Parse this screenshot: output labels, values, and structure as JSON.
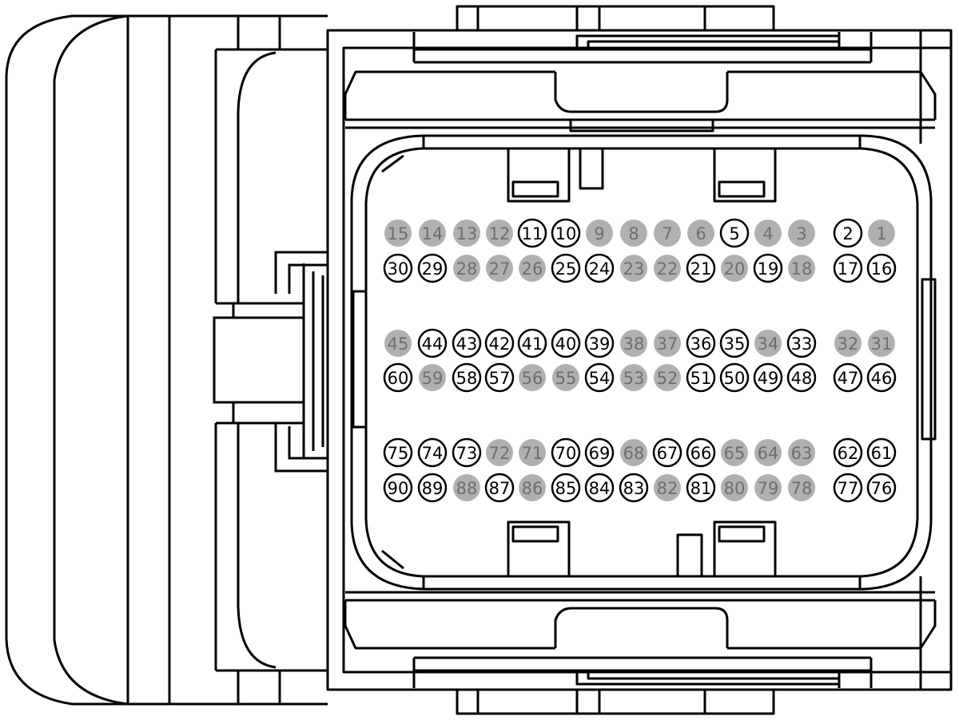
{
  "colors": {
    "line": "#000000",
    "background": "#ffffff",
    "pin_used_fill": "#ffffff",
    "pin_used_text": "#000000",
    "pin_unused_fill": "#b0b0b0",
    "pin_unused_text": "#6e6e6e"
  },
  "connector": {
    "pin_count": 90,
    "rows": [
      {
        "pins": [
          {
            "label": "15",
            "used": false
          },
          {
            "label": "14",
            "used": false
          },
          {
            "label": "13",
            "used": false
          },
          {
            "label": "12",
            "used": false
          },
          {
            "label": "11",
            "used": true
          },
          {
            "label": "10",
            "used": true
          },
          {
            "label": "9",
            "used": false
          },
          {
            "label": "8",
            "used": false
          },
          {
            "label": "7",
            "used": false
          },
          {
            "label": "6",
            "used": false
          },
          {
            "label": "5",
            "used": true
          },
          {
            "label": "4",
            "used": false
          },
          {
            "label": "3",
            "used": false
          },
          {
            "label": "2",
            "used": true
          },
          {
            "label": "1",
            "used": false
          }
        ]
      },
      {
        "pins": [
          {
            "label": "30",
            "used": true
          },
          {
            "label": "29",
            "used": true
          },
          {
            "label": "28",
            "used": false
          },
          {
            "label": "27",
            "used": false
          },
          {
            "label": "26",
            "used": false
          },
          {
            "label": "25",
            "used": true
          },
          {
            "label": "24",
            "used": true
          },
          {
            "label": "23",
            "used": false
          },
          {
            "label": "22",
            "used": false
          },
          {
            "label": "21",
            "used": true
          },
          {
            "label": "20",
            "used": false
          },
          {
            "label": "19",
            "used": true
          },
          {
            "label": "18",
            "used": false
          },
          {
            "label": "17",
            "used": true
          },
          {
            "label": "16",
            "used": true
          }
        ]
      },
      {
        "pins": [
          {
            "label": "45",
            "used": false
          },
          {
            "label": "44",
            "used": true
          },
          {
            "label": "43",
            "used": true
          },
          {
            "label": "42",
            "used": true
          },
          {
            "label": "41",
            "used": true
          },
          {
            "label": "40",
            "used": true
          },
          {
            "label": "39",
            "used": true
          },
          {
            "label": "38",
            "used": false
          },
          {
            "label": "37",
            "used": false
          },
          {
            "label": "36",
            "used": true
          },
          {
            "label": "35",
            "used": true
          },
          {
            "label": "34",
            "used": false
          },
          {
            "label": "33",
            "used": true
          },
          {
            "label": "32",
            "used": false
          },
          {
            "label": "31",
            "used": false
          }
        ]
      },
      {
        "pins": [
          {
            "label": "60",
            "used": true
          },
          {
            "label": "59",
            "used": false
          },
          {
            "label": "58",
            "used": true
          },
          {
            "label": "57",
            "used": true
          },
          {
            "label": "56",
            "used": false
          },
          {
            "label": "55",
            "used": false
          },
          {
            "label": "54",
            "used": true
          },
          {
            "label": "53",
            "used": false
          },
          {
            "label": "52",
            "used": false
          },
          {
            "label": "51",
            "used": true
          },
          {
            "label": "50",
            "used": true
          },
          {
            "label": "49",
            "used": true
          },
          {
            "label": "48",
            "used": true
          },
          {
            "label": "47",
            "used": true
          },
          {
            "label": "46",
            "used": true
          }
        ]
      },
      {
        "pins": [
          {
            "label": "75",
            "used": true
          },
          {
            "label": "74",
            "used": true
          },
          {
            "label": "73",
            "used": true
          },
          {
            "label": "72",
            "used": false
          },
          {
            "label": "71",
            "used": false
          },
          {
            "label": "70",
            "used": true
          },
          {
            "label": "69",
            "used": true
          },
          {
            "label": "68",
            "used": false
          },
          {
            "label": "67",
            "used": true
          },
          {
            "label": "66",
            "used": true
          },
          {
            "label": "65",
            "used": false
          },
          {
            "label": "64",
            "used": false
          },
          {
            "label": "63",
            "used": false
          },
          {
            "label": "62",
            "used": true
          },
          {
            "label": "61",
            "used": true
          }
        ]
      },
      {
        "pins": [
          {
            "label": "90",
            "used": true
          },
          {
            "label": "89",
            "used": true
          },
          {
            "label": "88",
            "used": false
          },
          {
            "label": "87",
            "used": true
          },
          {
            "label": "86",
            "used": false
          },
          {
            "label": "85",
            "used": true
          },
          {
            "label": "84",
            "used": true
          },
          {
            "label": "83",
            "used": true
          },
          {
            "label": "82",
            "used": false
          },
          {
            "label": "81",
            "used": true
          },
          {
            "label": "80",
            "used": false
          },
          {
            "label": "79",
            "used": false
          },
          {
            "label": "78",
            "used": false
          },
          {
            "label": "77",
            "used": true
          },
          {
            "label": "76",
            "used": true
          }
        ]
      }
    ]
  }
}
